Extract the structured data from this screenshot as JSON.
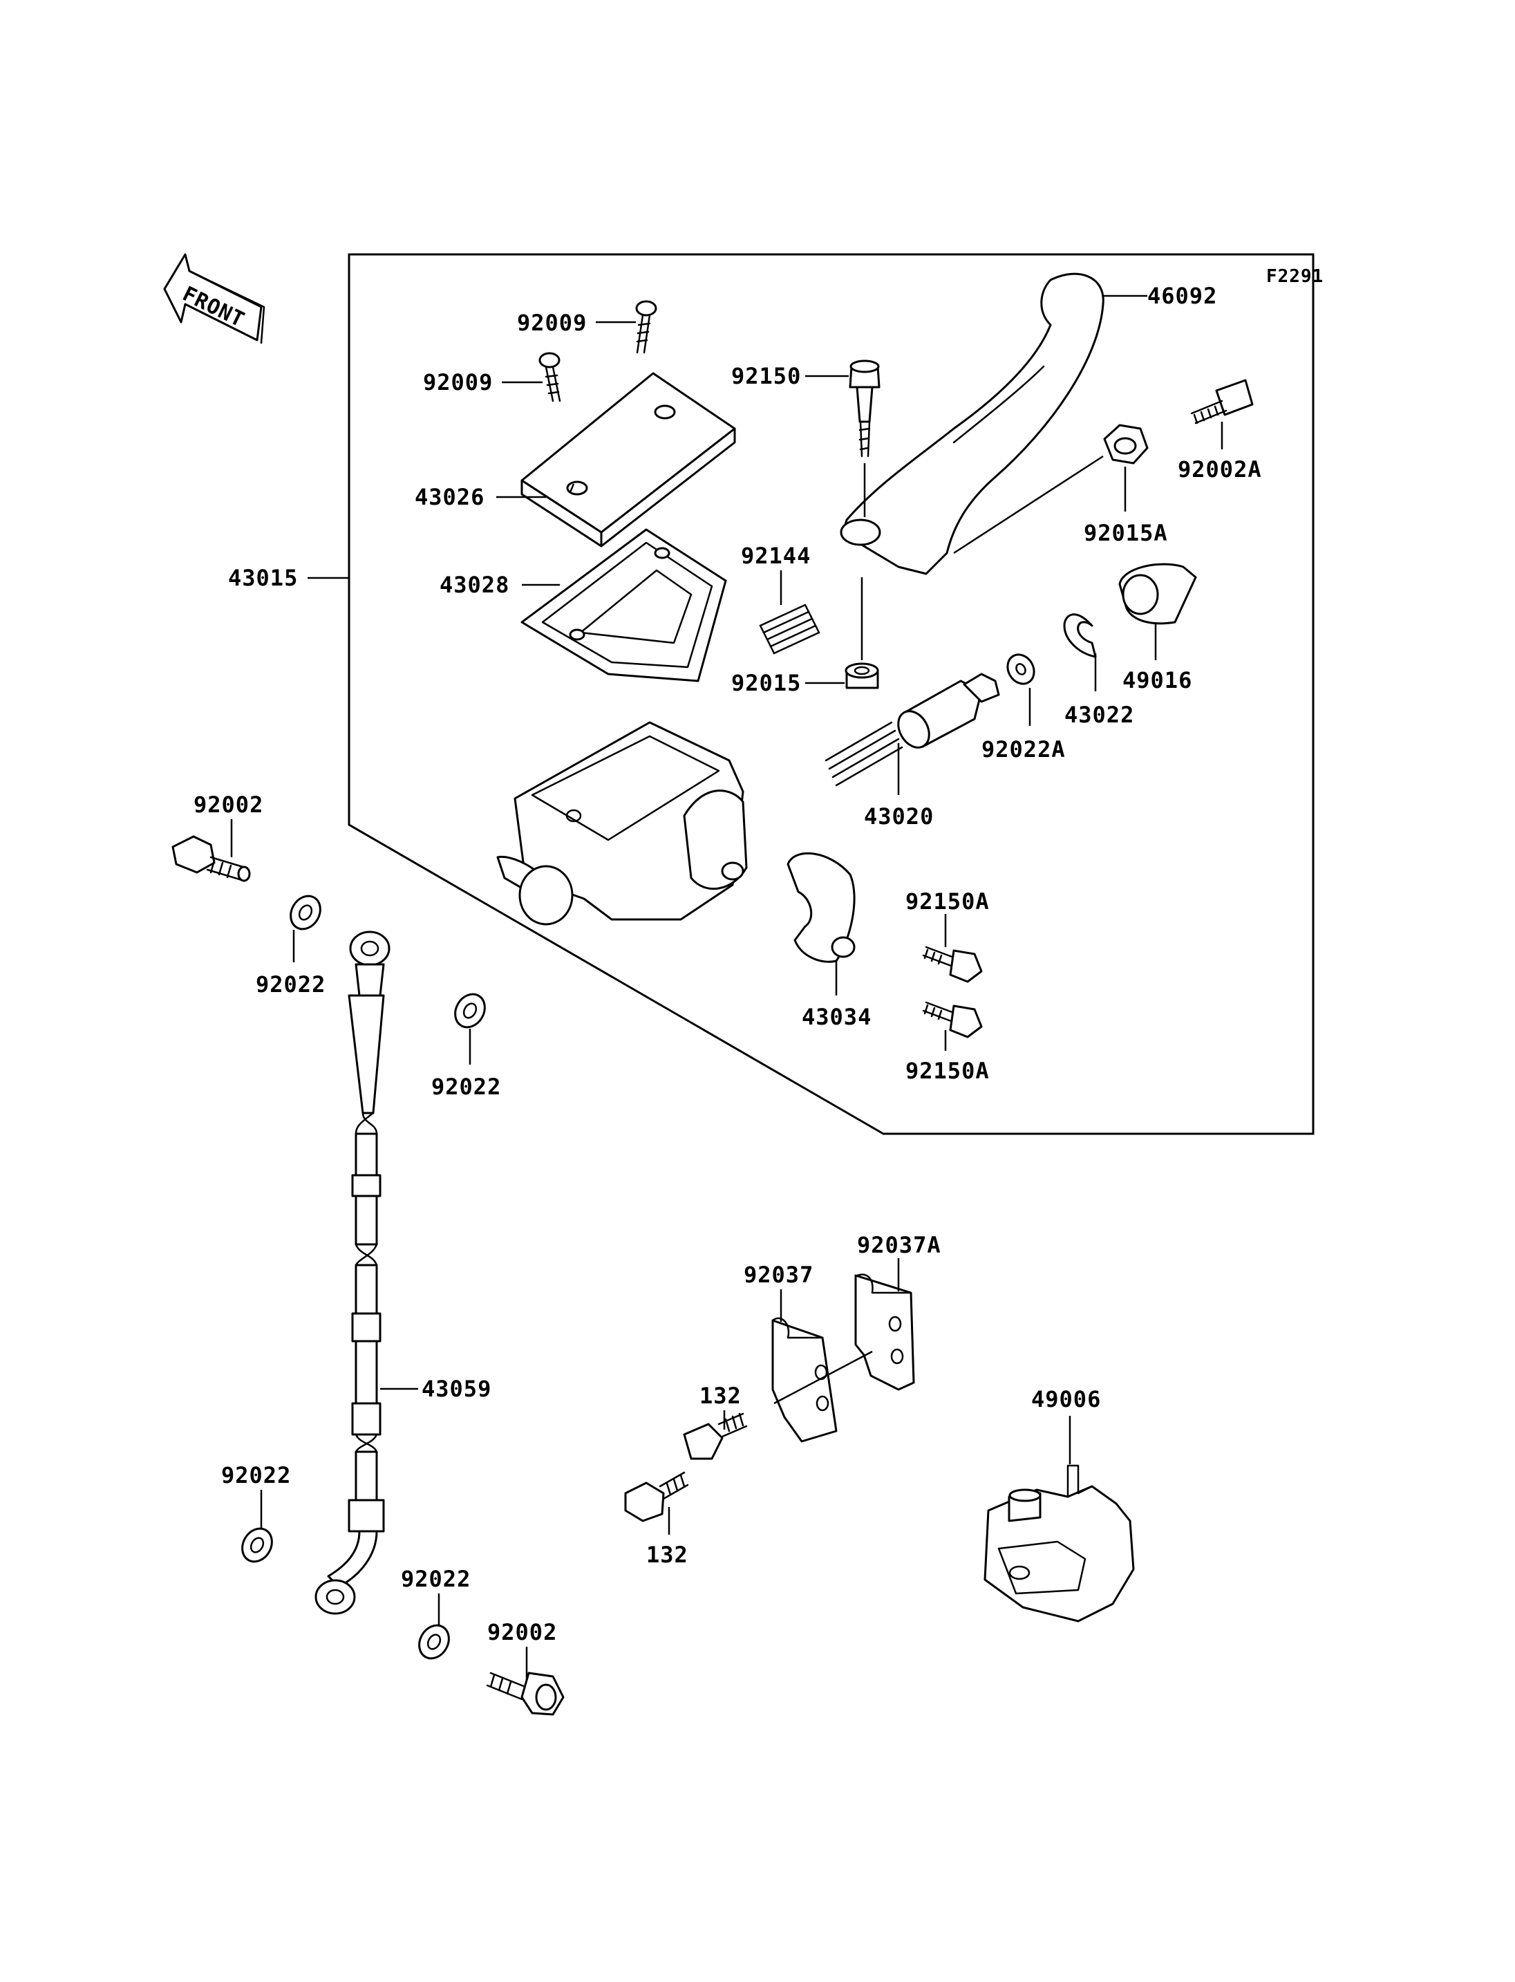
{
  "figure_code": "F2291",
  "direction_label": "FRONT",
  "part_numbers": {
    "assembly_43015": "43015",
    "lever_46092": "46092",
    "screw_92009_a": "92009",
    "screw_92009_b": "92009",
    "bolt_92150": "92150",
    "bolt_92002A": "92002A",
    "cap_43026": "43026",
    "nut_92015A": "92015A",
    "diaphragm_43028": "43028",
    "spring_92144": "92144",
    "cover_49016": "49016",
    "nut_92015": "92015",
    "washer_92022A": "92022A",
    "circlip_43022": "43022",
    "piston_43020": "43020",
    "bolt_92150A_a": "92150A",
    "clamp_43034": "43034",
    "bolt_92150A_b": "92150A",
    "bolt_92002_top": "92002",
    "gasket_92022_a": "92022",
    "gasket_92022_b": "92022",
    "hose_43059": "43059",
    "gasket_92022_c": "92022",
    "gasket_92022_d": "92022",
    "bolt_92002_bottom": "92002",
    "bracket_92037A": "92037A",
    "bracket_92037": "92037",
    "bolt_132_a": "132",
    "bolt_132_b": "132",
    "guard_49006": "49006"
  }
}
